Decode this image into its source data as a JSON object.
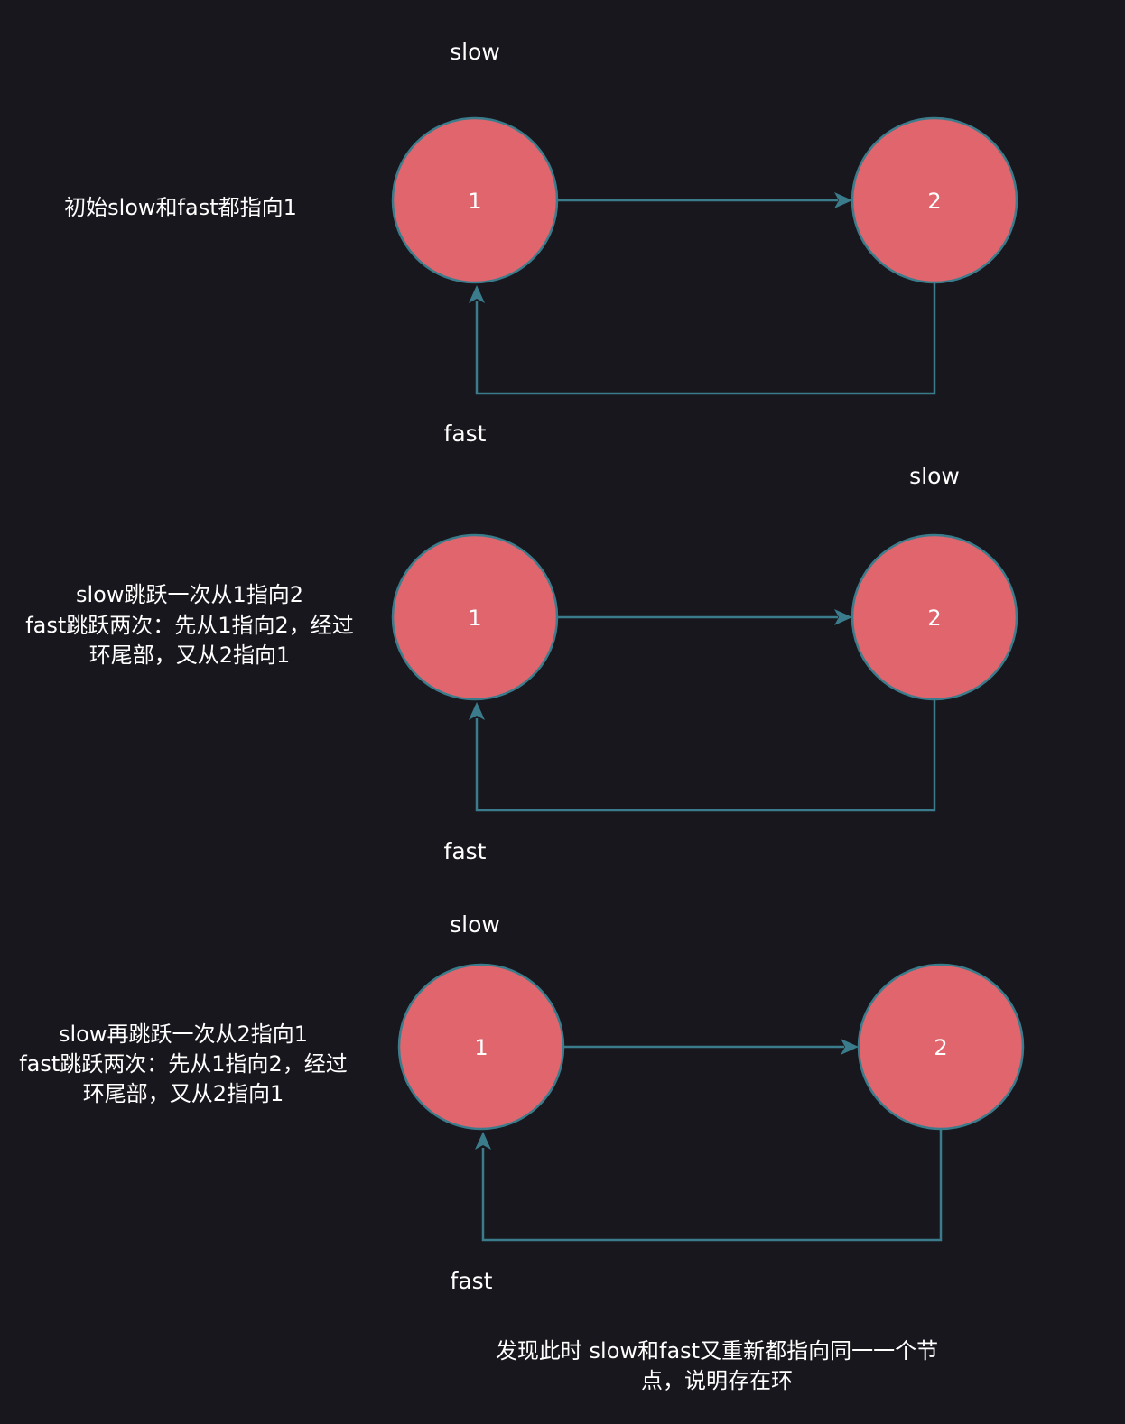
{
  "panels": [
    {
      "slow_label": "slow",
      "fast_label": "fast",
      "node_a": "1",
      "node_b": "2",
      "description": [
        "初始slow和fast都指向1"
      ]
    },
    {
      "slow_label": "slow",
      "fast_label": "fast",
      "node_a": "1",
      "node_b": "2",
      "description": [
        "slow跳跃一次从1指向2",
        "fast跳跃两次：先从1指向2，经过",
        "环尾部，又从2指向1"
      ]
    },
    {
      "slow_label": "slow",
      "fast_label": "fast",
      "node_a": "1",
      "node_b": "2",
      "description": [
        "slow再跳跃一次从2指向1",
        "fast跳跃两次：先从1指向2，经过",
        "环尾部，又从2指向1"
      ]
    }
  ],
  "conclusion": [
    "发现此时 slow和fast又重新都指向同一一个节",
    "点，说明存在环"
  ]
}
